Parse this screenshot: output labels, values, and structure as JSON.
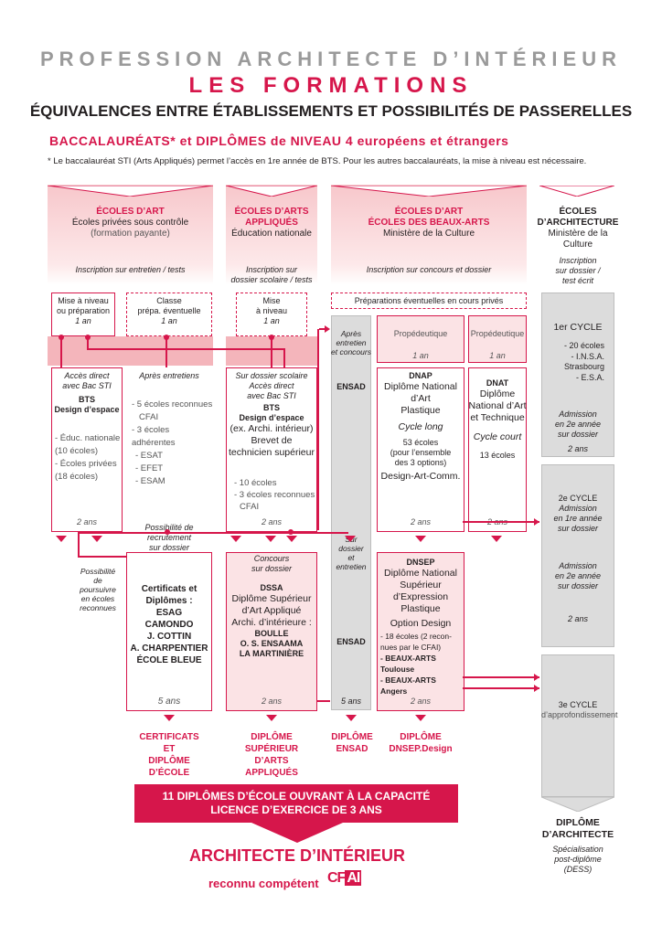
{
  "header": {
    "title1": "PROFESSION ARCHITECTE D’INTÉRIEUR",
    "title2": "LES FORMATIONS",
    "title3": "ÉQUIVALENCES ENTRE ÉTABLISSEMENTS ET POSSIBILITÉS DE PASSERELLES",
    "bac_line": "BACCALAURÉATS*  et  DIPLÔMES de NIVEAU 4 européens et étrangers",
    "bac_note": "* Le baccalauréat STI (Arts Appliqués) permet l’accès en 1re année de BTS. Pour les autres baccalauréats, la mise à niveau est nécessaire."
  },
  "columns": {
    "c1": {
      "title": "ÉCOLES D’ART",
      "sub1": "Écoles privées sous contrôle",
      "sub2": "(formation payante)",
      "inscription": "Inscription sur entretien / tests"
    },
    "c2": {
      "title1": "ÉCOLES D’ARTS",
      "title2": "APPLIQUÉS",
      "sub1": "Éducation nationale",
      "inscription1": "Inscription sur",
      "inscription2": "dossier scolaire / tests"
    },
    "c3": {
      "title1": "ÉCOLES D’ART",
      "title2": "ÉCOLES DES BEAUX-ARTS",
      "sub1": "Ministère de la Culture",
      "inscription": "Inscription sur concours et dossier"
    },
    "c4": {
      "title1": "ÉCOLES",
      "title2": "D’ARCHITECTURE",
      "sub1": "Ministère de la Culture",
      "inscription1": "Inscription",
      "inscription2": "sur dossier /",
      "inscription3": "test écrit"
    }
  },
  "prep": {
    "mise1": "Mise à niveau",
    "mise2": "ou préparation",
    "mise_dur": "1 an",
    "classe1": "Classe",
    "classe2": "prépa. éventuelle",
    "classe_dur": "1 an",
    "mise3": "Mise",
    "mise4": "à niveau",
    "mise3_dur": "1 an",
    "prep_prives": "Préparations éventuelles en cours privés",
    "apres1": "Après",
    "apres2": "entretien",
    "apres3": "et concours",
    "propedeutique": "Propédeutique",
    "prop1_dur": "1 an",
    "propedeutique2": "Propédeutique",
    "prop2_dur": "1 an"
  },
  "arch": {
    "cycle1": "1er CYCLE",
    "c1_l1": "- 20 écoles",
    "c1_l2": "- I.N.S.A.",
    "c1_l3": "Strasbourg",
    "c1_l4": "- E.S.A.",
    "adm1": "Admission",
    "adm1b": "en 2e année",
    "adm1c": "sur dossier",
    "c1_dur": "2 ans",
    "cycle2": "2e CYCLE",
    "adm2": "Admission",
    "adm2b": "en 1re année",
    "adm2c": "sur dossier",
    "adm3": "Admission",
    "adm3b": "en 2e année",
    "adm3c": "sur dossier",
    "c2_dur": "2 ans",
    "cycle3": "3e CYCLE",
    "c3_sub": "d’approfondissement",
    "dipl1": "DIPLÔME",
    "dipl2": "D’ARCHITECTE",
    "spec1": "Spécialisation",
    "spec2": "post-diplôme",
    "spec3": "(DESS)"
  },
  "bts1": {
    "acces1": "Accès direct",
    "acces2": "avec Bac STI",
    "bts": "BTS",
    "design": "Design d’espace",
    "l1": "- Éduc. nationale",
    "l2": "(10 écoles)",
    "l3": "- Écoles privées",
    "l4": "(18 écoles)",
    "dur": "2 ans"
  },
  "apres": {
    "title": "Après entretiens",
    "l1": "- 5 écoles reconnues",
    "l2": "CFAI",
    "l3": "- 3 écoles adhérentes",
    "l4": "- ESAT",
    "l5": "- EFET",
    "l6": "- ESAM"
  },
  "bts2": {
    "s1": "Sur dossier scolaire",
    "s2": "Accès direct",
    "s3": "avec Bac STI",
    "bts": "BTS",
    "design": "Design d’espace",
    "ex": "(ex. Archi. intérieur)",
    "brevet1": "Brevet de",
    "brevet2": "technicien supérieur",
    "l1": "- 10 écoles",
    "l2": "- 3 écoles reconnues",
    "l3": "CFAI",
    "dur": "2 ans"
  },
  "ensad": {
    "label": "ENSAD",
    "label2": "ENSAD",
    "sur1": "Sur",
    "sur2": "dossier",
    "sur3": "et",
    "sur4": "entretien",
    "dur": "5 ans"
  },
  "dnap": {
    "title": "DNAP",
    "l1": "Diplôme National",
    "l2": "d’Art",
    "l3": "Plastique",
    "cycle": "Cycle long",
    "e1": "53 écoles",
    "e2": "(pour l’ensemble",
    "e3": "des 3 options)",
    "opt": "Design-Art-Comm.",
    "dur": "2 ans"
  },
  "dnat": {
    "title": "DNAT",
    "l1": "Diplôme",
    "l2": "National d’Art",
    "l3": "et Technique",
    "cycle": "Cycle court",
    "e1": "13 écoles",
    "dur": "2 ans"
  },
  "recrut": {
    "l1": "Possibilité de",
    "l2": "recrutement",
    "l3": "sur dossier"
  },
  "poursuivre": {
    "l1": "Possibilité",
    "l2": "de",
    "l3": "poursuivre",
    "l4": "en écoles",
    "l5": "reconnues"
  },
  "certif": {
    "l1": "Certificats et",
    "l2": "Diplômes :",
    "l3": "ESAG",
    "l4": "CAMONDO",
    "l5": "J. COTTIN",
    "l6": "A. CHARPENTIER",
    "l7": "ÉCOLE BLEUE",
    "dur": "5 ans"
  },
  "dssa": {
    "c1": "Concours",
    "c2": "sur dossier",
    "title": "DSSA",
    "l1": "Diplôme Supérieur",
    "l2": "d’Art Appliqué",
    "l3": "Archi. d’intérieure :",
    "l4": "BOULLE",
    "l5": "O. S. ENSAAMA",
    "l6": "LA MARTINIÈRE",
    "dur": "2 ans"
  },
  "dnsep": {
    "title": "DNSEP",
    "l1": "Diplôme National",
    "l2": "Supérieur",
    "l3": "d’Expression Plastique",
    "l4": "Option Design",
    "l5": "- 18 écoles (2 recon-",
    "l6": "nues par le CFAI)",
    "l7": "- BEAUX-ARTS Toulouse",
    "l8": "- BEAUX-ARTS Angers",
    "dur": "2 ans"
  },
  "outcomes": {
    "o1a": "CERTIFICATS",
    "o1b": "ET",
    "o1c": "DIPLÔME",
    "o1d": "D’ÉCOLE",
    "o2a": "DIPLÔME",
    "o2b": "SUPÉRIEUR",
    "o2c": "D’ARTS",
    "o2d": "APPLIQUÉS",
    "o3a": "DIPLÔME",
    "o3b": "ENSAD",
    "o4a": "DIPLÔME",
    "o4b": "DNSEP.Design"
  },
  "band": {
    "l1": "11 DIPLÔMES D’ÉCOLE OUVRANT À LA CAPACITÉ",
    "l2": "LICENCE D’EXERCICE DE 3 ANS"
  },
  "final": {
    "title": "ARCHITECTE D’INTÉRIEUR",
    "reconnu": "reconnu compétent",
    "logo_a": "CF",
    "logo_b": "AI"
  },
  "colors": {
    "accent": "#d6164b",
    "gray": "#9a9a9a",
    "pink": "#f7c7cb"
  }
}
